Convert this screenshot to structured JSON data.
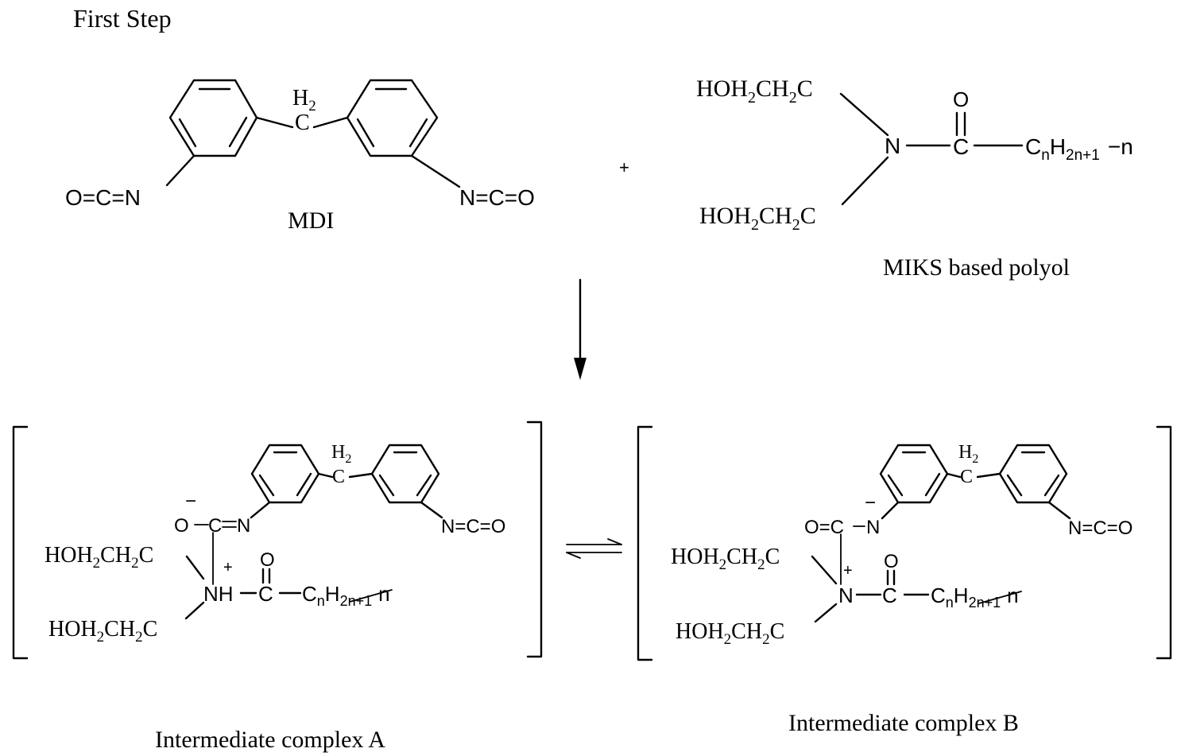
{
  "step_title": "First Step",
  "plus": "+",
  "mdi": {
    "label": "MDI",
    "bridge": {
      "h": "H",
      "h_sub": "2",
      "c": "C"
    },
    "left_group": "O=C=N",
    "right_group": "N=C=O"
  },
  "polyol": {
    "label": "MIKS based polyol",
    "branch_top": {
      "a": "HOH",
      "a_sub": "2",
      "b": "CH",
      "b_sub": "2",
      "c": "C"
    },
    "branch_bottom": {
      "a": "HOH",
      "a_sub": "2",
      "b": "CH",
      "b_sub": "2",
      "c": "C"
    },
    "n_atom": "N",
    "carbonyl_o": "O",
    "carbonyl_c": "C",
    "chain": {
      "c": "C",
      "c_sub": "n",
      "h": "H",
      "h_sub": "2n+1",
      "n": "−n"
    }
  },
  "complex_a": {
    "label": "Intermediate complex A",
    "bridge": {
      "h": "H",
      "h_sub": "2",
      "c": "C"
    },
    "minus": "−",
    "plus": "+",
    "o_atom": "O",
    "c_atom": "C",
    "n_atom": "N",
    "iso": "N=C=O",
    "nh": "NH",
    "carbonyl_o": "O",
    "carbonyl_c": "C",
    "branch_top": {
      "a": "HOH",
      "a_sub": "2",
      "b": "CH",
      "b_sub": "2",
      "c": "C"
    },
    "branch_bottom": {
      "a": "HOH",
      "a_sub": "2",
      "b": "CH",
      "b_sub": "2",
      "c": "C"
    },
    "chain": {
      "c": "C",
      "c_sub": "n",
      "h": "H",
      "h_sub": "2n+1",
      "n": "n"
    }
  },
  "complex_b": {
    "label": "Intermediate complex B",
    "bridge": {
      "h": "H",
      "h_sub": "2",
      "c": "C"
    },
    "minus": "−",
    "plus": "+",
    "oc": "O=C",
    "n_atom": "N",
    "iso": "N=C=O",
    "n_center": "N",
    "carbonyl_o": "O",
    "carbonyl_c": "C",
    "branch_top": {
      "a": "HOH",
      "a_sub": "2",
      "b": "CH",
      "b_sub": "2",
      "c": "C"
    },
    "branch_bottom": {
      "a": "HOH",
      "a_sub": "2",
      "b": "CH",
      "b_sub": "2",
      "c": "C"
    },
    "chain": {
      "c": "C",
      "c_sub": "n",
      "h": "H",
      "h_sub": "2n+1",
      "n": "n"
    }
  }
}
